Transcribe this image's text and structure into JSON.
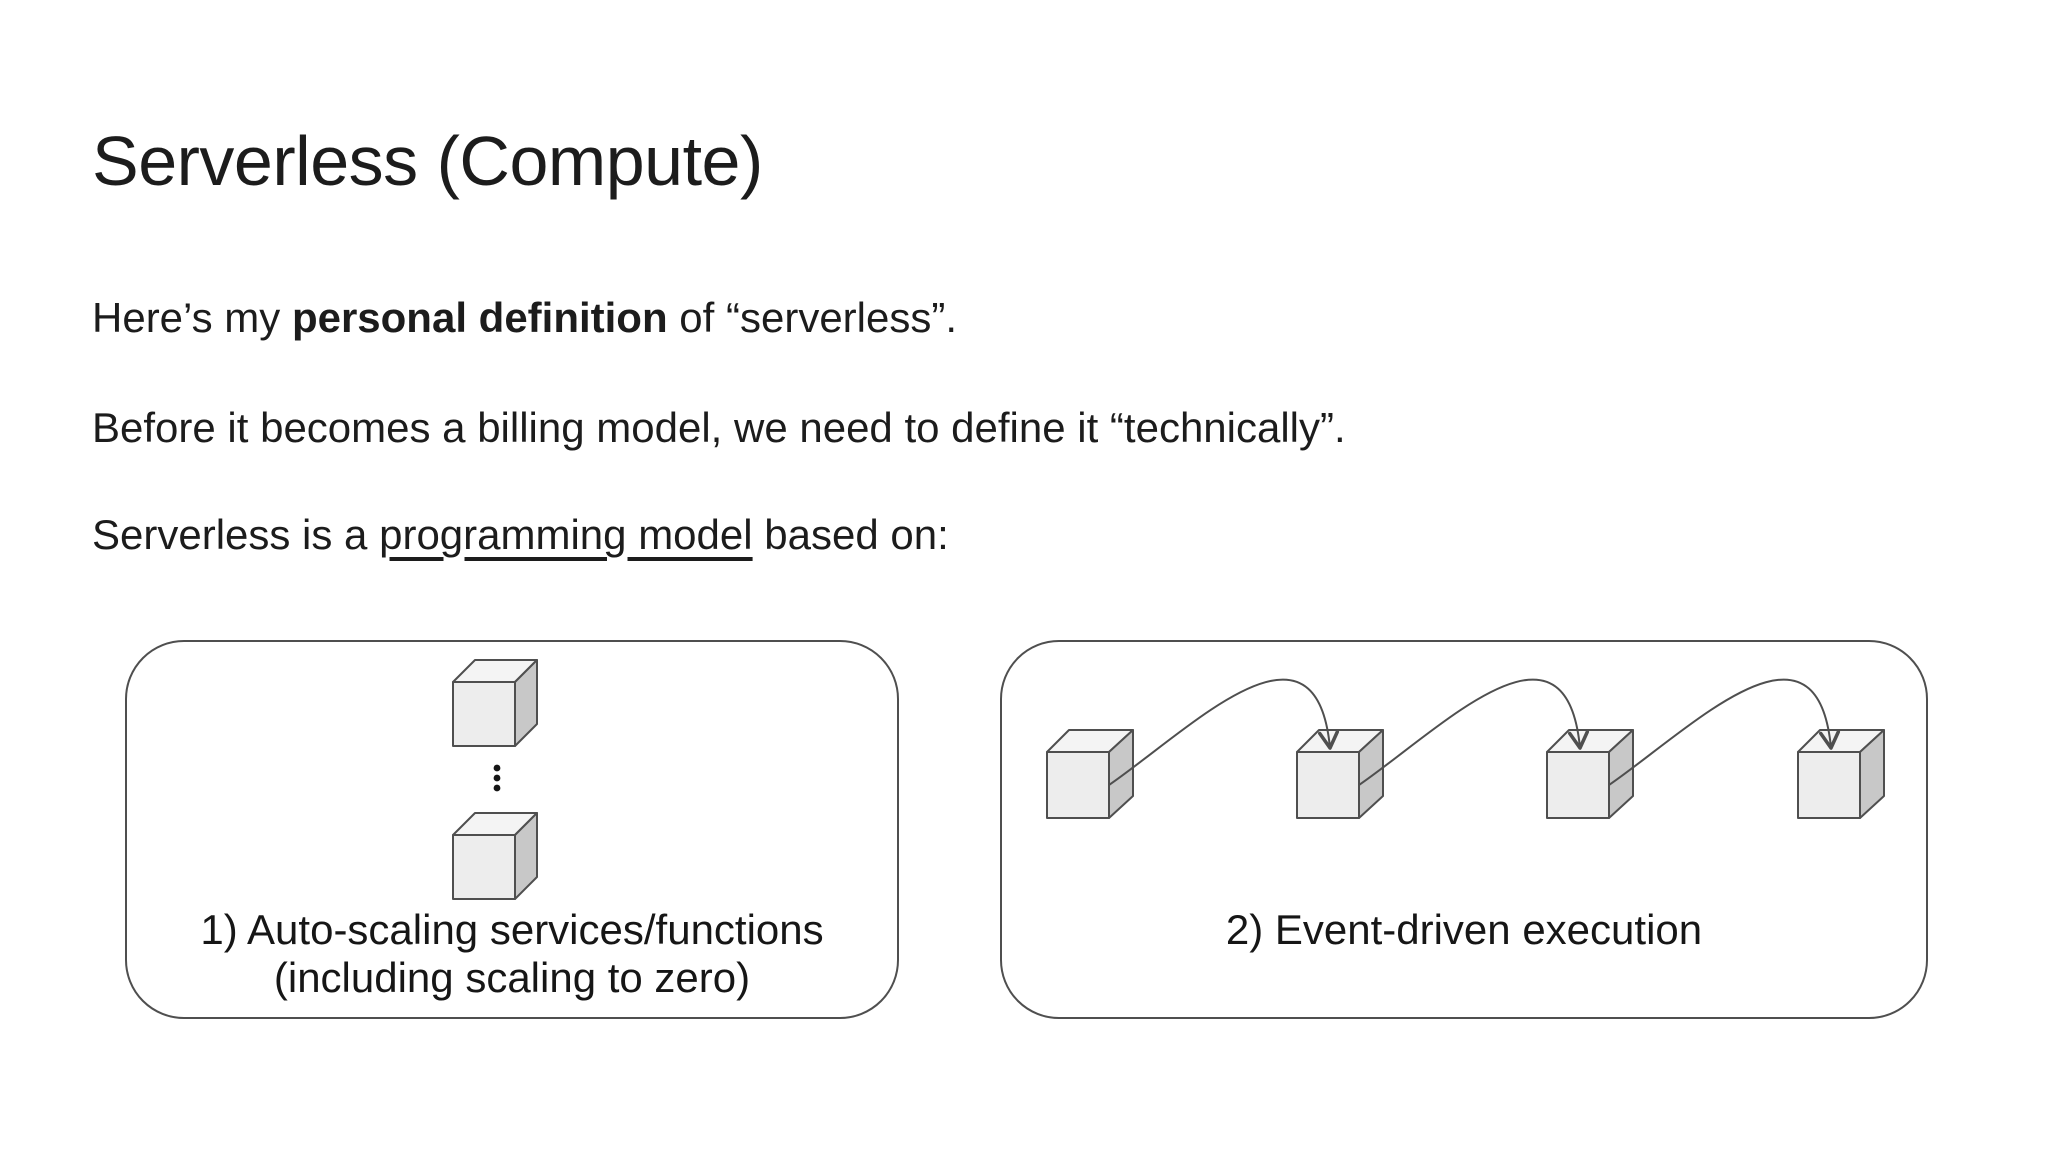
{
  "slide": {
    "title": "Serverless (Compute)",
    "intro": {
      "pre": "Here’s my ",
      "bold": "personal definition",
      "post": " of “serverless”."
    },
    "billing_line": "Before it becomes a billing model, we need to define it “technically”.",
    "model_line": {
      "pre": "Serverless is a ",
      "underlined": "programming model",
      "post": " based on:"
    },
    "figures": {
      "auto_scaling": {
        "line1": "1) Auto-scaling services/functions",
        "line2": "(including scaling to zero)",
        "cube_count": 2,
        "ellipsis": "⋮"
      },
      "event_driven": {
        "line1": "2) Event-driven execution",
        "cube_count": 4
      }
    },
    "colors": {
      "background": "#ffffff",
      "text": "#1c1c1c",
      "diagram_stroke": "#4f4f4f",
      "cube_front": "#ededed",
      "cube_top": "#f4f4f4",
      "cube_side": "#c8c8c8"
    }
  }
}
